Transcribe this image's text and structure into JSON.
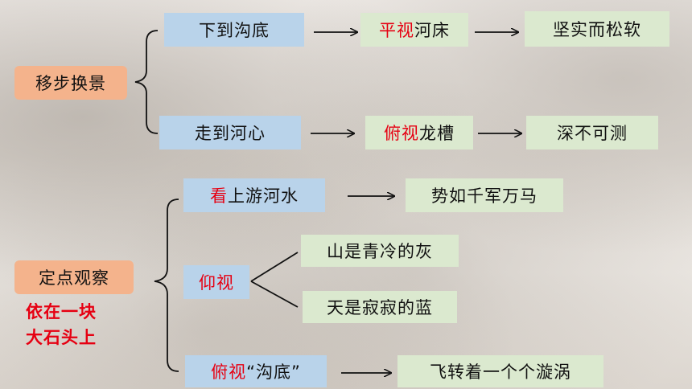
{
  "move": {
    "label": "移步换景",
    "rows": [
      {
        "from": "下到沟底",
        "mid_em": "平视",
        "mid_rest": "河床",
        "result": "坚实而松软"
      },
      {
        "from": "走到河心",
        "mid_em": "俯视",
        "mid_rest": "龙槽",
        "result": "深不可测"
      }
    ]
  },
  "fixed": {
    "label": "定点观察",
    "note_line1": "依在一块",
    "note_line2": "大石头上",
    "look_em": "看",
    "look_rest": "上游河水",
    "look_result": "势如千军万马",
    "up_em": "仰视",
    "up_results": [
      "山是青冷的灰",
      "天是寂寂的蓝"
    ],
    "down_em": "俯视",
    "down_rest": "“沟底”",
    "down_result": "飞转着一个个漩涡"
  },
  "colors": {
    "blue_box": "#b9d3ea",
    "green_box": "#dbe9cf",
    "orange_box": "#f4b38c",
    "emphasis": "#e60012"
  }
}
